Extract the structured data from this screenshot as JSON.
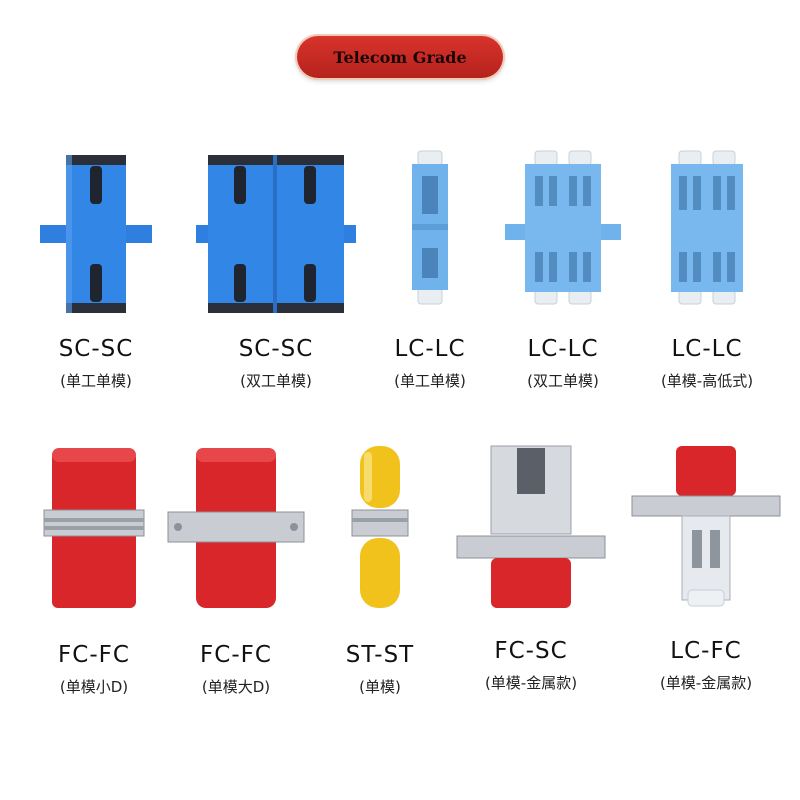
{
  "header": {
    "badge_label": "Telecom Grade"
  },
  "colors": {
    "badge": "#c62a24",
    "sc_blue": "#2f7fe0",
    "lc_blue": "#6fb2ec",
    "fc_red": "#d8262a",
    "st_yellow": "#f1c21c",
    "metal": "#c9ccd2"
  },
  "row1": [
    {
      "name": "SC-SC",
      "sub": "(单工单模)",
      "icon": "sc-simplex-adapter"
    },
    {
      "name": "SC-SC",
      "sub": "(双工单模)",
      "icon": "sc-duplex-adapter"
    },
    {
      "name": "LC-LC",
      "sub": "(单工单模)",
      "icon": "lc-simplex-adapter"
    },
    {
      "name": "LC-LC",
      "sub": "(双工单模)",
      "icon": "lc-duplex-adapter"
    },
    {
      "name": "LC-LC",
      "sub": "(单模-高低式)",
      "icon": "lc-high-low-adapter"
    }
  ],
  "row2": [
    {
      "name": "FC-FC",
      "sub": "(单模小D)",
      "icon": "fc-small-d-adapter"
    },
    {
      "name": "FC-FC",
      "sub": "(单模大D)",
      "icon": "fc-large-d-adapter"
    },
    {
      "name": "ST-ST",
      "sub": "(单模)",
      "icon": "st-adapter"
    },
    {
      "name": "FC-SC",
      "sub": "(单模-金属款)",
      "icon": "fc-sc-metal-adapter"
    },
    {
      "name": "LC-FC",
      "sub": "(单模-金属款)",
      "icon": "lc-fc-metal-adapter"
    }
  ]
}
